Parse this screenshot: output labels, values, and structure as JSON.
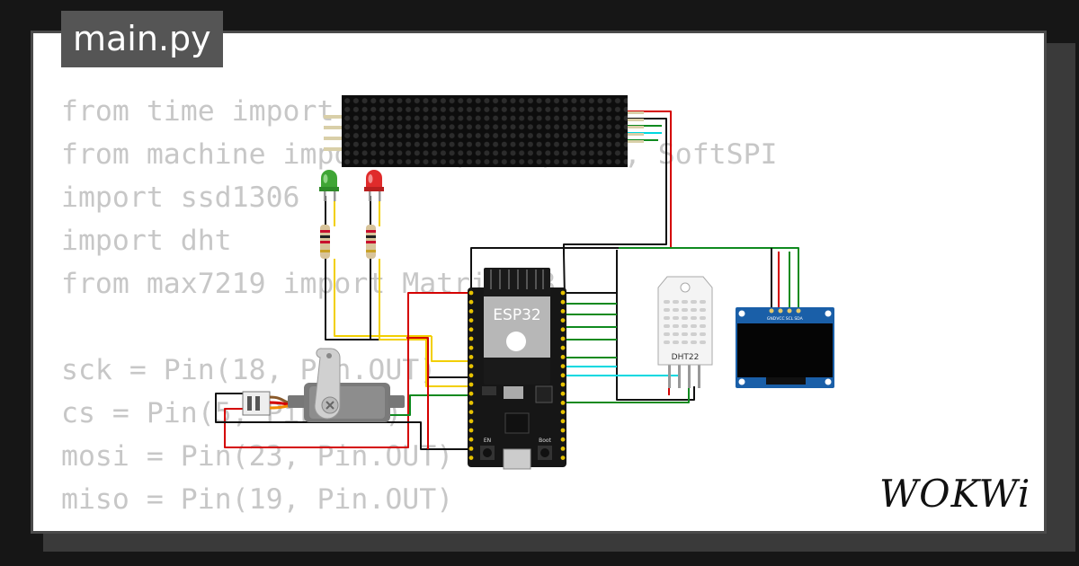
{
  "editor": {
    "filename": "main.py",
    "code_lines": [
      "from time import sleep",
      "from machine import Pin, PWM, SPI, SoftSPI",
      "import ssd1306",
      "import dht",
      "from max7219 import Matrix8x8",
      "",
      "sck = Pin(18, Pin.OUT)",
      "cs = Pin(5, Pin.OUT)",
      "mosi = Pin(23, Pin.OUT)",
      "miso = Pin(19, Pin.OUT)"
    ]
  },
  "circuit": {
    "esp32_label": "ESP32",
    "dht_label": "DHT22",
    "oled_pin_labels": [
      "GND",
      "VCC",
      "SCL",
      "SDA"
    ],
    "esp_boot_label": "Boot",
    "esp_en_label": "EN"
  },
  "branding": {
    "logo_text": "WOKWi"
  },
  "colors": {
    "background": "#161616",
    "card": "#ffffff",
    "code_text": "#c7c7c7",
    "tab": "#555555",
    "wire_red": "#d40000",
    "wire_black": "#111111",
    "wire_green": "#0f8a1f",
    "wire_yellow": "#f2cf00",
    "wire_cyan": "#00d8e0",
    "oled_board": "#1a5fa8"
  },
  "icons": [
    "max7219-dot-matrix",
    "green-led",
    "red-led",
    "resistor",
    "servo-motor",
    "esp32-devkit",
    "dht22-sensor",
    "ssd1306-oled",
    "wokwi-logo"
  ]
}
